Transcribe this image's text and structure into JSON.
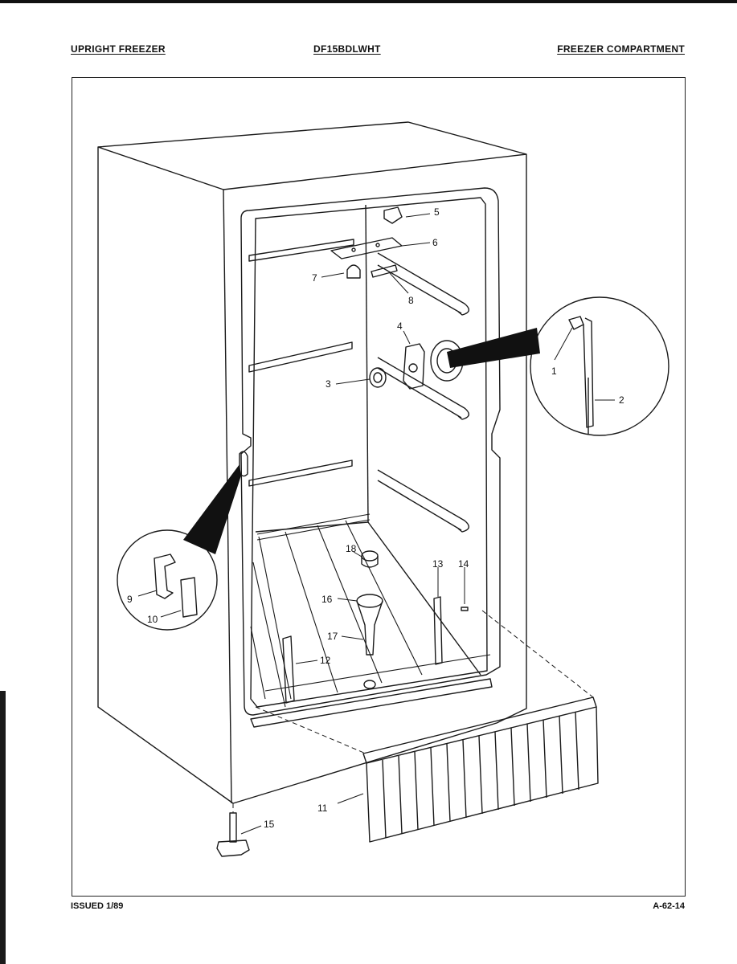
{
  "header": {
    "left": "UPRIGHT FREEZER",
    "center": "DF15BDLWHT",
    "right": "FREEZER COMPARTMENT"
  },
  "footer": {
    "left": "ISSUED 1/89",
    "right": "A-62-14"
  },
  "callouts": [
    "1",
    "2",
    "3",
    "4",
    "5",
    "6",
    "7",
    "8",
    "9",
    "10",
    "11",
    "12",
    "13",
    "14",
    "15",
    "16",
    "17",
    "18"
  ]
}
